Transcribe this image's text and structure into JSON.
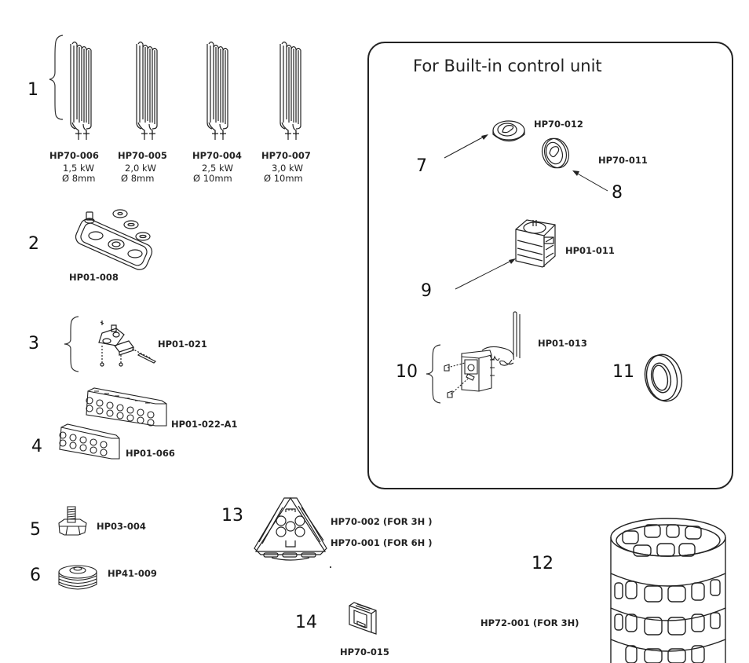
{
  "box": {
    "title": "For Built-in control unit"
  },
  "items": {
    "1": {
      "number": "1",
      "heaters": [
        {
          "code": "HP70-006",
          "power": "1,5 kW",
          "diameter": "Ø 8mm"
        },
        {
          "code": "HP70-005",
          "power": "2,0 kW",
          "diameter": "Ø 8mm"
        },
        {
          "code": "HP70-004",
          "power": "2,5 kW",
          "diameter": "Ø 10mm"
        },
        {
          "code": "HP70-007",
          "power": "3,0 kW",
          "diameter": "Ø 10mm"
        }
      ]
    },
    "2": {
      "number": "2",
      "code": "HP01-008"
    },
    "3": {
      "number": "3",
      "code": "HP01-021"
    },
    "4": {
      "number": "4",
      "codes": [
        "HP01-022-A1",
        "HP01-066"
      ]
    },
    "5": {
      "number": "5",
      "code": "HP03-004"
    },
    "6": {
      "number": "6",
      "code": "HP41-009"
    },
    "7": {
      "number": "7",
      "code": "HP70-012"
    },
    "8": {
      "number": "8",
      "code": "HP70-011"
    },
    "9": {
      "number": "9",
      "code": "HP01-011"
    },
    "10": {
      "number": "10",
      "code": "HP01-013"
    },
    "11": {
      "number": "11"
    },
    "12": {
      "number": "12",
      "code": "HP72-001  (FOR 3H)"
    },
    "13": {
      "number": "13",
      "codes": [
        "HP70-002  (FOR 3H )",
        "HP70-001  (FOR 6H )"
      ]
    },
    "14": {
      "number": "14",
      "code": "HP70-015"
    }
  }
}
